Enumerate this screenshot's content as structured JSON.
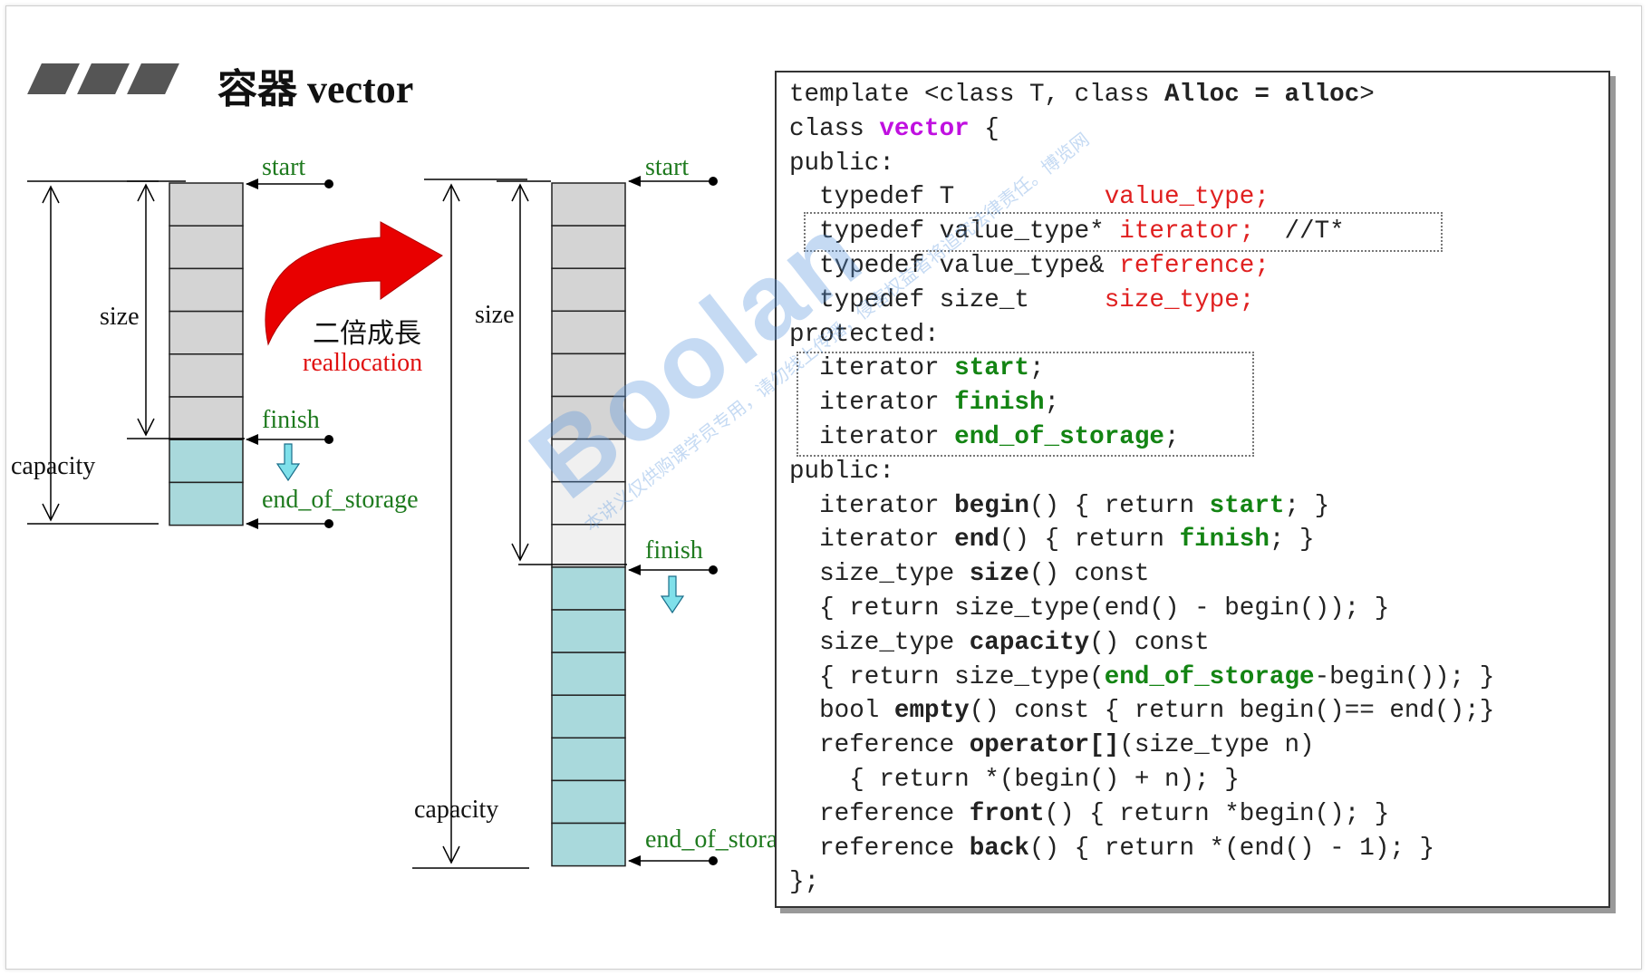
{
  "slide": {
    "title": "容器 vector"
  },
  "diagram": {
    "left_vector": {
      "labels": {
        "start": "start",
        "finish": "finish",
        "end_of_storage": "end_of_storage",
        "size": "size",
        "capacity": "capacity"
      },
      "used_slots": 6,
      "spare_slots": 2
    },
    "right_vector": {
      "labels": {
        "start": "start",
        "finish": "finish",
        "end_of_storage": "end_of_storage",
        "size": "size",
        "capacity": "capacity"
      },
      "used_slots": 6,
      "empty_slots": 3,
      "spare_slots": 7
    },
    "reallocation": {
      "label_cn": "二倍成長",
      "label_en": "reallocation"
    },
    "colors": {
      "used": "#d4d4d4",
      "empty": "#f0f0f0",
      "spare": "#a9d9dc",
      "label_green": "#1e7a1e",
      "arrow_red": "#e80000",
      "down_arrow": "#7fe0ea"
    }
  },
  "code": {
    "lines": [
      [
        {
          "t": "template <class T, class "
        },
        {
          "t": "Alloc = alloc",
          "c": "bold"
        },
        {
          "t": ">"
        }
      ],
      [
        {
          "t": "class "
        },
        {
          "t": "vector",
          "c": "purple"
        },
        {
          "t": " {"
        }
      ],
      [
        {
          "t": "public:"
        }
      ],
      [
        {
          "t": "  typedef T          "
        },
        {
          "t": "value_type;",
          "c": "red"
        }
      ],
      [
        {
          "t": "  typedef value_type* "
        },
        {
          "t": "iterator;",
          "c": "red"
        },
        {
          "t": "  //T*"
        }
      ],
      [
        {
          "t": "  typedef value_type& "
        },
        {
          "t": "reference;",
          "c": "red"
        }
      ],
      [
        {
          "t": "  typedef size_t     "
        },
        {
          "t": "size_type;",
          "c": "red"
        }
      ],
      [
        {
          "t": "protected:"
        }
      ],
      [
        {
          "t": "  iterator "
        },
        {
          "t": "start",
          "c": "green"
        },
        {
          "t": ";"
        }
      ],
      [
        {
          "t": "  iterator "
        },
        {
          "t": "finish",
          "c": "green"
        },
        {
          "t": ";"
        }
      ],
      [
        {
          "t": "  iterator "
        },
        {
          "t": "end_of_storage",
          "c": "green"
        },
        {
          "t": ";"
        }
      ],
      [
        {
          "t": "public:"
        }
      ],
      [
        {
          "t": "  iterator "
        },
        {
          "t": "begin",
          "c": "bold"
        },
        {
          "t": "() { return "
        },
        {
          "t": "start",
          "c": "green"
        },
        {
          "t": "; }"
        }
      ],
      [
        {
          "t": "  iterator "
        },
        {
          "t": "end",
          "c": "bold"
        },
        {
          "t": "() { return "
        },
        {
          "t": "finish",
          "c": "green"
        },
        {
          "t": "; }"
        }
      ],
      [
        {
          "t": "  size_type "
        },
        {
          "t": "size",
          "c": "bold"
        },
        {
          "t": "() const"
        }
      ],
      [
        {
          "t": "  { return size_type(end() - begin()); }"
        }
      ],
      [
        {
          "t": "  size_type "
        },
        {
          "t": "capacity",
          "c": "bold"
        },
        {
          "t": "() const"
        }
      ],
      [
        {
          "t": "  { return size_type("
        },
        {
          "t": "end_of_storage",
          "c": "green"
        },
        {
          "t": "-begin()); }"
        }
      ],
      [
        {
          "t": "  bool "
        },
        {
          "t": "empty",
          "c": "bold"
        },
        {
          "t": "() const { return begin()== end();}"
        }
      ],
      [
        {
          "t": "  reference "
        },
        {
          "t": "operator[]",
          "c": "bold"
        },
        {
          "t": "(size_type n)"
        }
      ],
      [
        {
          "t": "    { return *(begin() + n); }"
        }
      ],
      [
        {
          "t": "  reference "
        },
        {
          "t": "front",
          "c": "bold"
        },
        {
          "t": "() { return *begin(); }"
        }
      ],
      [
        {
          "t": "  reference "
        },
        {
          "t": "back",
          "c": "bold"
        },
        {
          "t": "() { return *(end() - 1); }"
        }
      ],
      [
        {
          "t": "};"
        }
      ]
    ]
  },
  "watermark": {
    "main": "Boolan",
    "sub": "本讲义仅供购课学员专用，请勿线上传播，侵害权益者将追究法律责任。博览网"
  }
}
